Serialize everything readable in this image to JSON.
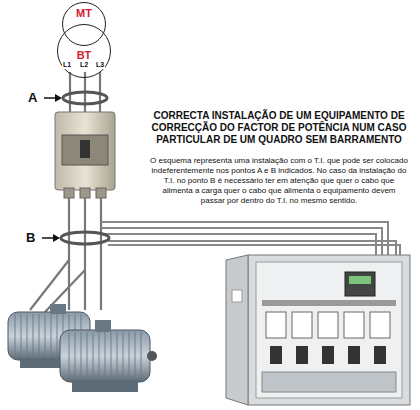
{
  "diagram": {
    "title": "CORRECTA INSTALAÇÃO DE UM EQUIPAMENTO DE CORRECÇÃO DO FACTOR DE POTÊNCIA NUM CASO PARTICULAR DE UM QUADRO SEM BARRAMENTO",
    "nodes": [
      {
        "text": [
          "MT"
        ]
      },
      {
        "text": [
          "BT"
        ]
      }
    ],
    "labels": [
      "L1",
      "L2",
      "L3",
      "A",
      "B",
      "O esquema representa uma instalação com o T.I. que pode ser colocado indeferentemente nos pontos A e B indicados. No caso da instalação do T.I. no ponto B é necessário ter em atenção que quer o cabo que alimenta a carga quer o cabo que alimenta o equipamento devem passar por dentro do T.I. no mesmo sentido."
    ]
  }
}
